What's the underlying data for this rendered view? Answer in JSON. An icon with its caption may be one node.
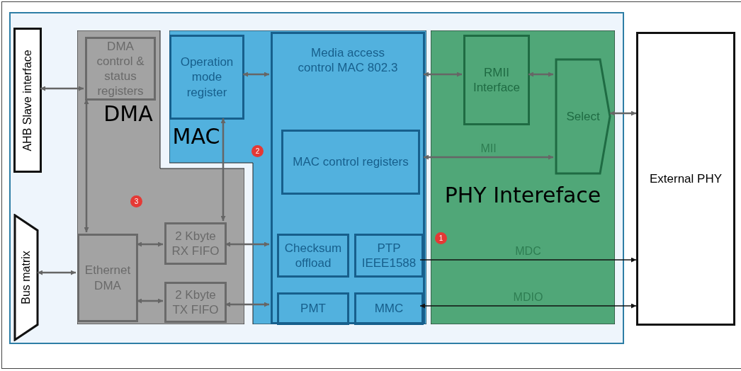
{
  "diagram": {
    "nodes": [
      {
        "text": [],
        "shape": "box"
      },
      {
        "text": [
          "AHB Slave interface"
        ],
        "in": 0
      },
      {
        "text": [
          "Bus matrix"
        ],
        "in": 0
      },
      {
        "text": [
          "DMA",
          "3"
        ],
        "in": 0
      },
      {
        "text": [
          "DMA control & status registers"
        ],
        "in": 3
      },
      {
        "text": [
          "Ethernet DMA"
        ],
        "in": 3
      },
      {
        "text": [
          "2 Kbyte RX FIFO"
        ],
        "in": 3
      },
      {
        "text": [
          "2 Kbyte TX FIFO"
        ],
        "in": 3
      },
      {
        "text": [
          "MAC",
          "2"
        ],
        "in": 0
      },
      {
        "text": [
          "Operation mode register"
        ],
        "in": 8
      },
      {
        "text": [
          "Media access control MAC 802.3"
        ],
        "in": 8
      },
      {
        "text": [
          "MAC control registers"
        ],
        "in": 10
      },
      {
        "text": [
          "Checksum offload"
        ],
        "in": 10
      },
      {
        "text": [
          "PTP IEEE1588"
        ],
        "in": 10
      },
      {
        "text": [
          "PMT"
        ],
        "in": 10
      },
      {
        "text": [
          "MMC"
        ],
        "in": 10
      },
      {
        "text": [
          "PHY Intereface",
          "1"
        ],
        "in": 0
      },
      {
        "text": [
          "RMII Interface"
        ],
        "in": 16
      },
      {
        "text": [
          "Select"
        ],
        "in": 16
      },
      {
        "text": [
          "External PHY"
        ]
      }
    ],
    "edges": [
      {
        "from": 1,
        "to": 4,
        "arrow": "both"
      },
      {
        "from": 2,
        "to": 5,
        "arrow": "both"
      },
      {
        "from": 4,
        "to": 5,
        "arrow": "both"
      },
      {
        "from": 9,
        "to": 6,
        "arrow": "both"
      },
      {
        "from": 5,
        "to": 6,
        "arrow": "both"
      },
      {
        "from": 5,
        "to": 7,
        "arrow": "both"
      },
      {
        "from": 6,
        "to": 10,
        "arrow": "both"
      },
      {
        "from": 7,
        "to": 10,
        "arrow": "both"
      },
      {
        "from": 9,
        "to": 10,
        "arrow": "both"
      },
      {
        "from": 10,
        "to": 17,
        "arrow": "both"
      },
      {
        "from": 17,
        "to": 18,
        "arrow": "both"
      },
      {
        "from": 10,
        "to": 18,
        "arrow": "both",
        "label": "MII"
      },
      {
        "from": 18,
        "to": 19,
        "arrow": "both"
      },
      {
        "from": 13,
        "to": 19,
        "arrow": "to",
        "label": "MDC",
        "color": "#111111"
      },
      {
        "from": 15,
        "to": 19,
        "arrow": "both",
        "label": "MDIO",
        "color": "#111111"
      }
    ]
  }
}
